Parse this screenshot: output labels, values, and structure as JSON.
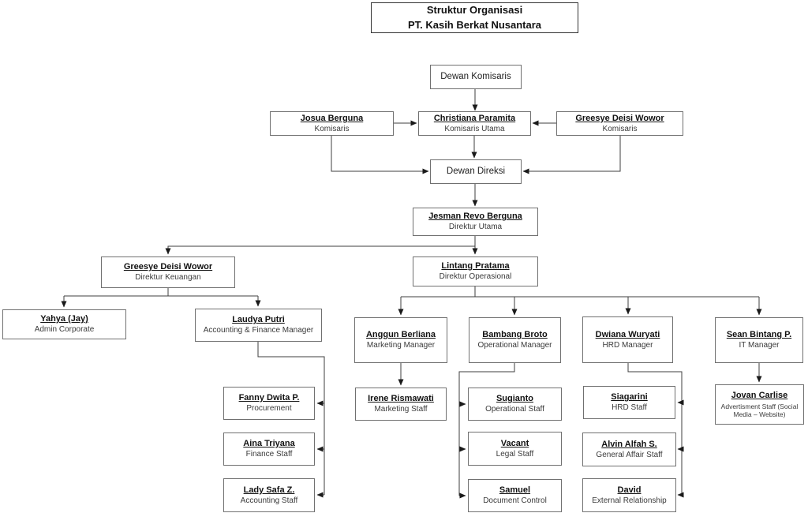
{
  "title": {
    "line1": "Struktur Organisasi",
    "line2": "PT. Kasih Berkat Nusantara"
  },
  "colors": {
    "background": "#ffffff",
    "box_border": "#707070",
    "title_border": "#333333",
    "connector_line": "#3f3f3f",
    "arrowhead": "#1a1a1a",
    "name_text": "#111111",
    "role_text": "#3a3a3a"
  },
  "nodes": {
    "dewan_komisaris": {
      "name": "Dewan Komisaris"
    },
    "josua": {
      "name": "Josua Berguna",
      "role": "Komisaris"
    },
    "christiana": {
      "name": "Christiana Paramita",
      "role": "Komisaris Utama"
    },
    "greesye_komisaris": {
      "name": "Greesye Deisi Wowor",
      "role": "Komisaris"
    },
    "dewan_direksi": {
      "name": "Dewan Direksi"
    },
    "jesman": {
      "name": "Jesman Revo Berguna",
      "role": "Direktur Utama"
    },
    "greesye_keuangan": {
      "name": "Greesye Deisi Wowor",
      "role": "Direktur Keuangan"
    },
    "lintang": {
      "name": "Lintang Pratama",
      "role": "Direktur Operasional"
    },
    "yahya": {
      "name": "Yahya (Jay)",
      "role": "Admin Corporate"
    },
    "laudya": {
      "name": "Laudya Putri",
      "role": "Accounting & Finance Manager"
    },
    "anggun": {
      "name": "Anggun Berliana",
      "role": "Marketing Manager"
    },
    "bambang": {
      "name": "Bambang Broto",
      "role": "Operational Manager"
    },
    "dwiana": {
      "name": "Dwiana Wuryati",
      "role": "HRD Manager"
    },
    "sean": {
      "name": "Sean Bintang P.",
      "role": "IT Manager"
    },
    "irene": {
      "name": "Irene Rismawati",
      "role": "Marketing Staff"
    },
    "fanny": {
      "name": "Fanny Dwita P.",
      "role": "Procurement"
    },
    "aina": {
      "name": "Aina Triyana",
      "role": "Finance Staff"
    },
    "lady": {
      "name": "Lady Safa Z.",
      "role": "Accounting Staff"
    },
    "sugianto": {
      "name": "Sugianto",
      "role": "Operational Staff"
    },
    "vacant": {
      "name": "Vacant",
      "role": "Legal Staff"
    },
    "samuel": {
      "name": "Samuel",
      "role": "Document Control"
    },
    "siagarini": {
      "name": "Siagarini",
      "role": "HRD Staff"
    },
    "alvin": {
      "name": "Alvin Alfah S.",
      "role": "General Affair Staff"
    },
    "david": {
      "name": "David",
      "role": "External Relationship"
    },
    "jovan": {
      "name": "Jovan Carlise",
      "role": "Advertisment Staff (Social Media – Website)"
    }
  }
}
